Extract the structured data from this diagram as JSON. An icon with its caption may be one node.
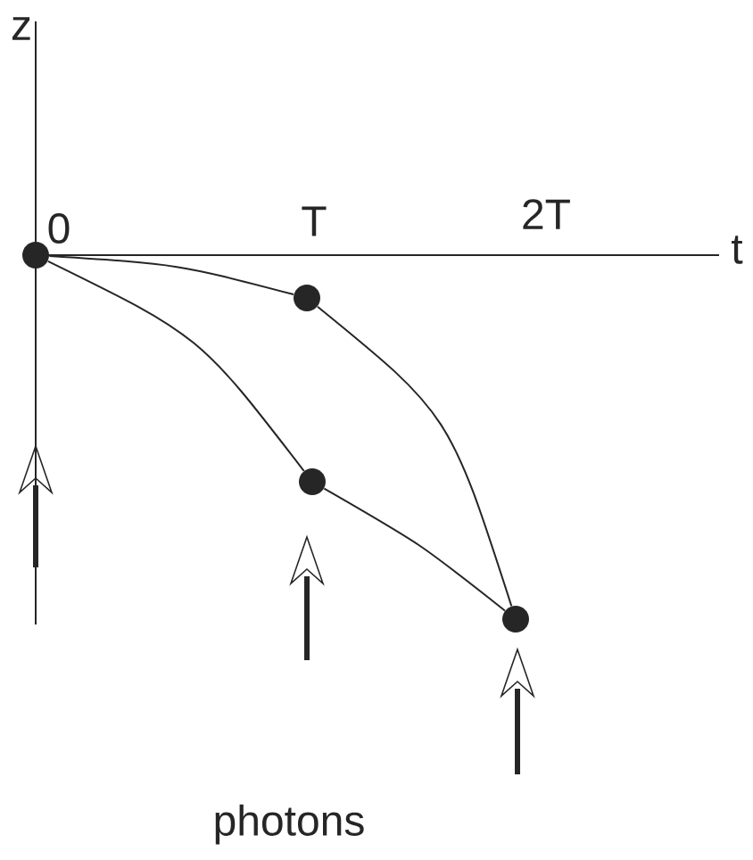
{
  "diagram": {
    "nodes": [
      {
        "text": [],
        "shape": "circle"
      },
      {
        "text": [],
        "shape": "circle"
      },
      {
        "text": [],
        "shape": "circle"
      },
      {
        "text": [],
        "shape": "circle"
      }
    ],
    "edges": [
      {
        "from": 0,
        "to": 1,
        "arrow": "none"
      },
      {
        "from": 1,
        "to": 3,
        "arrow": "none"
      },
      {
        "from": 0,
        "to": 2,
        "arrow": "none"
      },
      {
        "from": 2,
        "to": 3,
        "arrow": "none"
      }
    ],
    "labels": [
      "z",
      "0",
      "T",
      "2T",
      "t",
      "photons"
    ]
  }
}
